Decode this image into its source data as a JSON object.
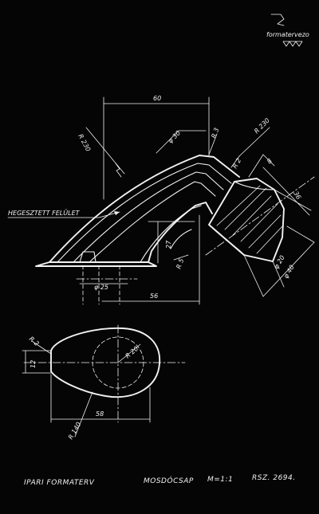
{
  "logo_text": "formatervezo",
  "dimensions": {
    "width_60": "60",
    "dia_30": "φ 30",
    "r_230_left": "R 230",
    "r_3": "R 3",
    "r_230_right": "R 230",
    "r_2_top": "R 2",
    "size_8": "8",
    "size_36": "36",
    "height_27": "27",
    "r_5": "R 5",
    "dia_25": "φ 25",
    "len_56": "56",
    "dia_20_side": "φ 20",
    "dia_40": "φ 40",
    "r_2_plan": "R 2",
    "width_12": "12",
    "r_20": "R 20",
    "len_58": "58",
    "r_140": "R 140"
  },
  "annotation_welded": "HEGESZTETT FELÜLET",
  "title_block": {
    "maker": "IPARI FORMATERV",
    "object": "MOSDÓCSAP",
    "scale": "M=1:1",
    "number": "RSZ. 2694."
  }
}
